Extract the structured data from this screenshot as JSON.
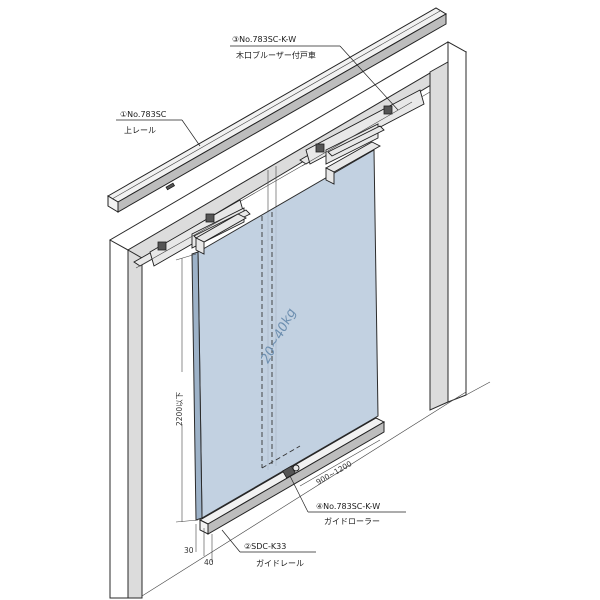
{
  "labels": {
    "part1_code": "①No.783SC",
    "part1_name": "上レール",
    "part2_code": "②SDC-K33",
    "part2_name": "ガイドレール",
    "part3_code": "③No.783SC-K-W",
    "part3_name": "木口ブルーザー付戸車",
    "part4_code": "④No.783SC-K-W",
    "part4_name": "ガイドローラー"
  },
  "dimensions": {
    "door_height": "2200以下",
    "door_width": "900~1200",
    "rail_width_a": "30",
    "rail_width_b": "40"
  },
  "load": "20~40kg"
}
